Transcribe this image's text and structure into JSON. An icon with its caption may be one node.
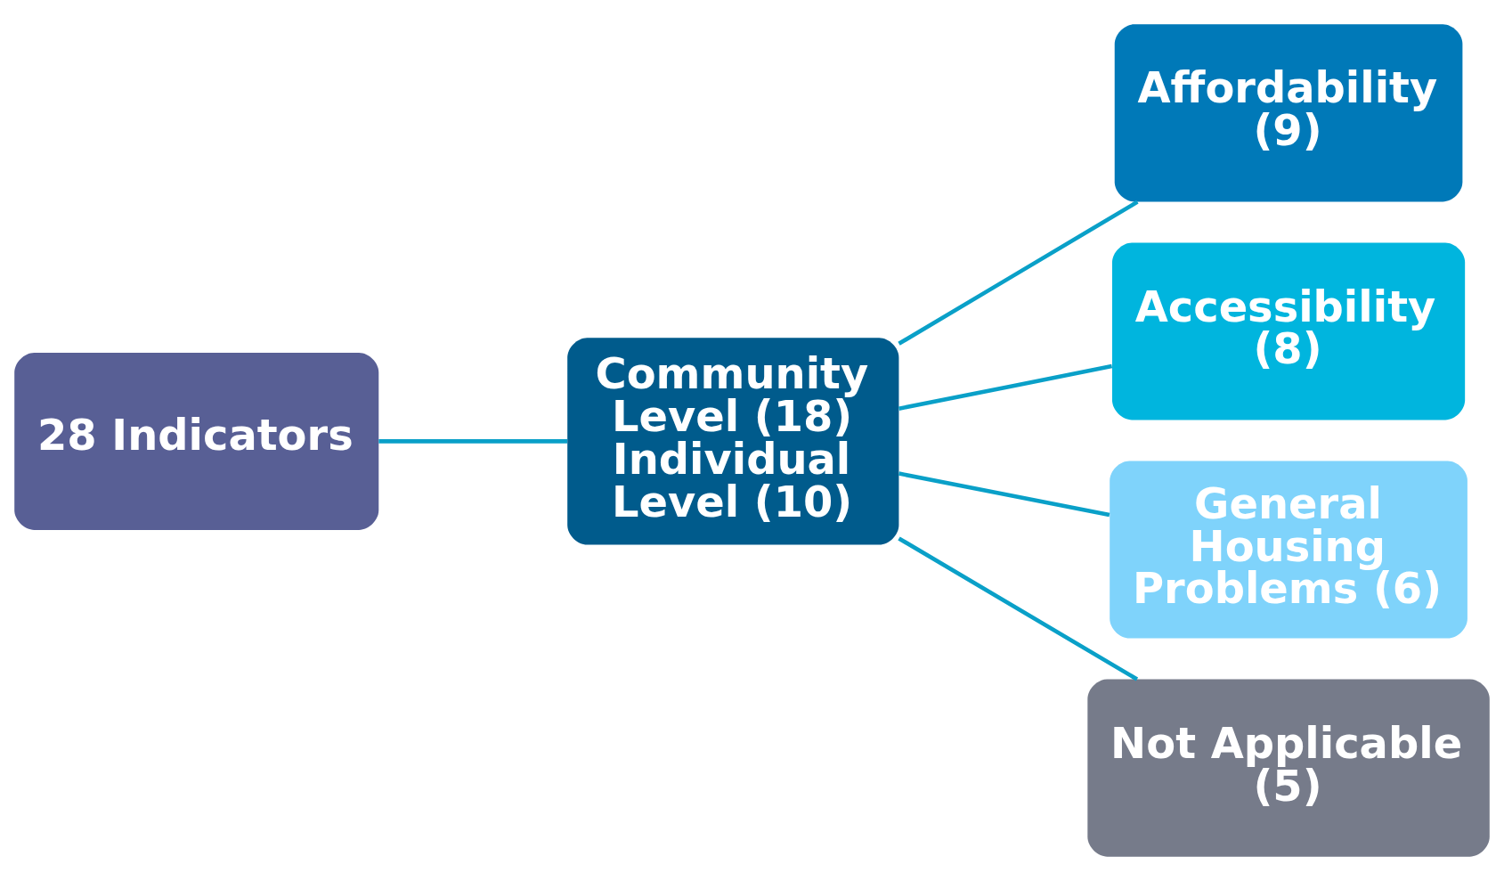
{
  "diagram": {
    "nodes": [
      {
        "text": [
          "28 Indicators"
        ]
      },
      {
        "text": [
          "Community Level (18)",
          "Individual Level (10)"
        ]
      },
      {
        "text": [
          "Affordability (9)"
        ]
      },
      {
        "text": [
          "Accessibility (8)"
        ]
      },
      {
        "text": [
          "General Housing Problems (6)"
        ]
      },
      {
        "text": [
          "Not Applicable (5)"
        ]
      }
    ],
    "edges": [
      {
        "from": 0,
        "to": 1,
        "arrow": "none"
      },
      {
        "from": 1,
        "to": 2,
        "arrow": "none"
      },
      {
        "from": 1,
        "to": 3,
        "arrow": "none"
      },
      {
        "from": 1,
        "to": 4,
        "arrow": "none"
      },
      {
        "from": 1,
        "to": 5,
        "arrow": "none"
      }
    ]
  }
}
